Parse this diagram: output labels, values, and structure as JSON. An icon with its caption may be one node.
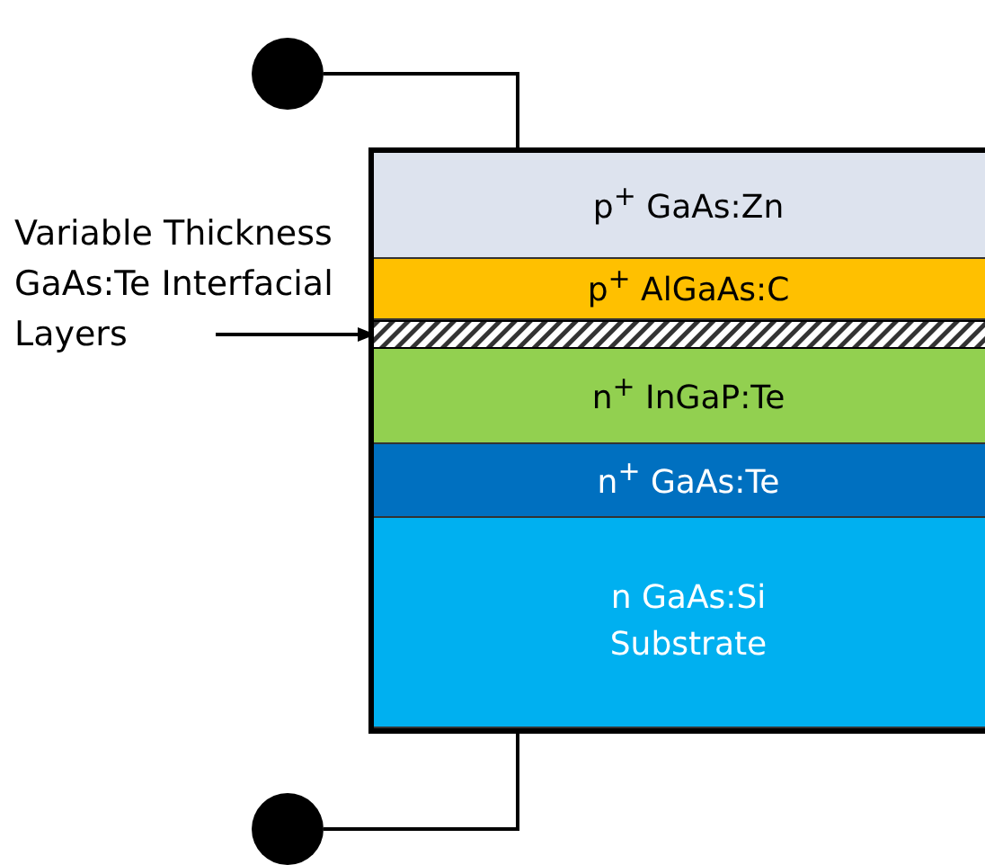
{
  "diagram": {
    "nodes": [
      {
        "text": [],
        "shape": "circle"
      },
      {
        "text": [
          "Variable Thickness GaAs:Te Interfacial Layers"
        ]
      },
      {
        "text": [],
        "shape": "box"
      },
      {
        "text": [
          "p$^{+}$ GaAs:Zn"
        ],
        "in": 2
      },
      {
        "text": [
          "p$^{+}$ AlGaAs:C"
        ],
        "in": 2
      },
      {
        "text": [],
        "shape": "bar",
        "in": 2
      },
      {
        "text": [
          "n$^{+}$ InGaP:Te"
        ],
        "in": 2
      },
      {
        "text": [
          "n$^{+}$ GaAs:Te"
        ],
        "in": 2
      },
      {
        "text": [
          "n GaAs:Si Substrate"
        ],
        "in": 2
      },
      {
        "text": [],
        "shape": "circle"
      }
    ],
    "edges": [
      {
        "from": 0,
        "to": 2,
        "arrow": "none"
      },
      {
        "from": 1,
        "to": 5,
        "arrow": "to"
      },
      {
        "from": 2,
        "to": 9,
        "arrow": "none"
      }
    ]
  }
}
